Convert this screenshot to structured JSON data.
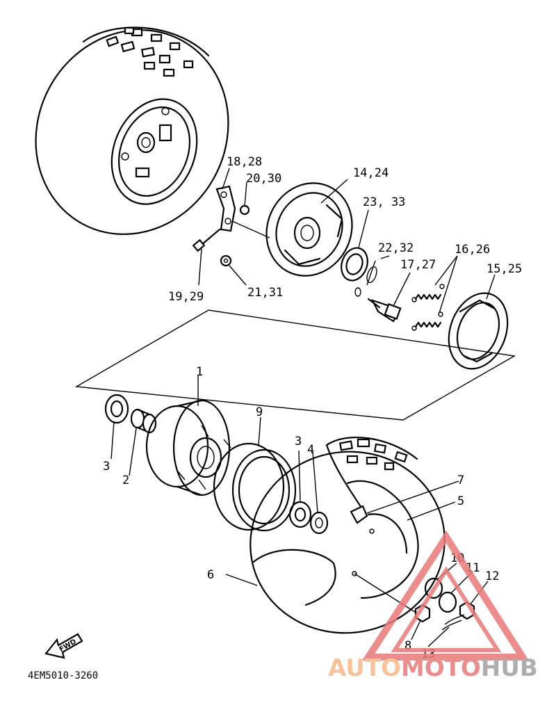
{
  "diagram_code": "4EM5010-3260",
  "fwd_label": "FWD",
  "watermark": {
    "part1": "AUTO",
    "part2": "MOTO",
    "part3": "HUB",
    "color1": "#f6b98a",
    "color2": "#e87a7a",
    "color3": "#a0a0a0"
  },
  "callouts": [
    {
      "id": "c1",
      "text": "1"
    },
    {
      "id": "c2",
      "text": "2"
    },
    {
      "id": "c3a",
      "text": "3"
    },
    {
      "id": "c3b",
      "text": "3"
    },
    {
      "id": "c4",
      "text": "4"
    },
    {
      "id": "c5",
      "text": "5"
    },
    {
      "id": "c6",
      "text": "6"
    },
    {
      "id": "c7",
      "text": "7"
    },
    {
      "id": "c8",
      "text": "8"
    },
    {
      "id": "c9",
      "text": "9"
    },
    {
      "id": "c10",
      "text": "10"
    },
    {
      "id": "c11",
      "text": "11"
    },
    {
      "id": "c12",
      "text": "12"
    },
    {
      "id": "c13",
      "text": "13"
    },
    {
      "id": "c14",
      "text": "14,24"
    },
    {
      "id": "c15",
      "text": "15,25"
    },
    {
      "id": "c16",
      "text": "16,26"
    },
    {
      "id": "c17",
      "text": "17,27"
    },
    {
      "id": "c18",
      "text": "18,28"
    },
    {
      "id": "c19",
      "text": "19,29"
    },
    {
      "id": "c20",
      "text": "20,30"
    },
    {
      "id": "c21",
      "text": "21,31"
    },
    {
      "id": "c22",
      "text": "22,32"
    },
    {
      "id": "c23",
      "text": "23, 33"
    }
  ]
}
